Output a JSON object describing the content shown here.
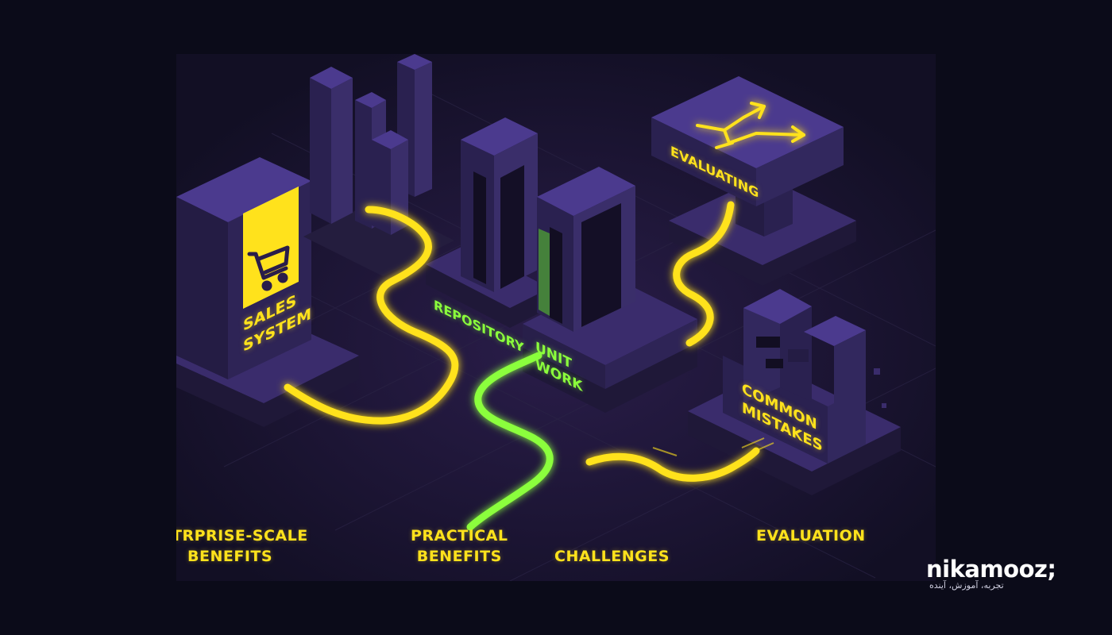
{
  "labels": {
    "enterprise_line1": "TRPRISE-SCALE",
    "enterprise_line2": "BENEFITS",
    "practical_line1": "PRACTICAL",
    "practical_line2": "BENEFITS",
    "challenges": "CHALLENGES",
    "evaluation": "EVALUATION"
  },
  "signs": {
    "sales_line1": "SALES",
    "sales_line2": "SYSTEM",
    "repository": "REPOSITORY",
    "unit_line1": "UNIT",
    "unit_line2": "WORK",
    "evaluating": "EVALUATING",
    "common_line1": "COMMON",
    "common_line2": "MISTAKES"
  },
  "icons": {
    "cart": "shopping-cart-icon",
    "branch": "branching-arrows-icon"
  },
  "brand": {
    "name": "nikamooz",
    "semicolon": ";",
    "tagline": "تجربه، آموزش، آینده"
  },
  "colors": {
    "background": "#0b0b19",
    "block_top": "#4a3a8c",
    "block_side": "#2a2150",
    "glow_yellow": "#ffe21c",
    "glow_green": "#8bff3c"
  }
}
